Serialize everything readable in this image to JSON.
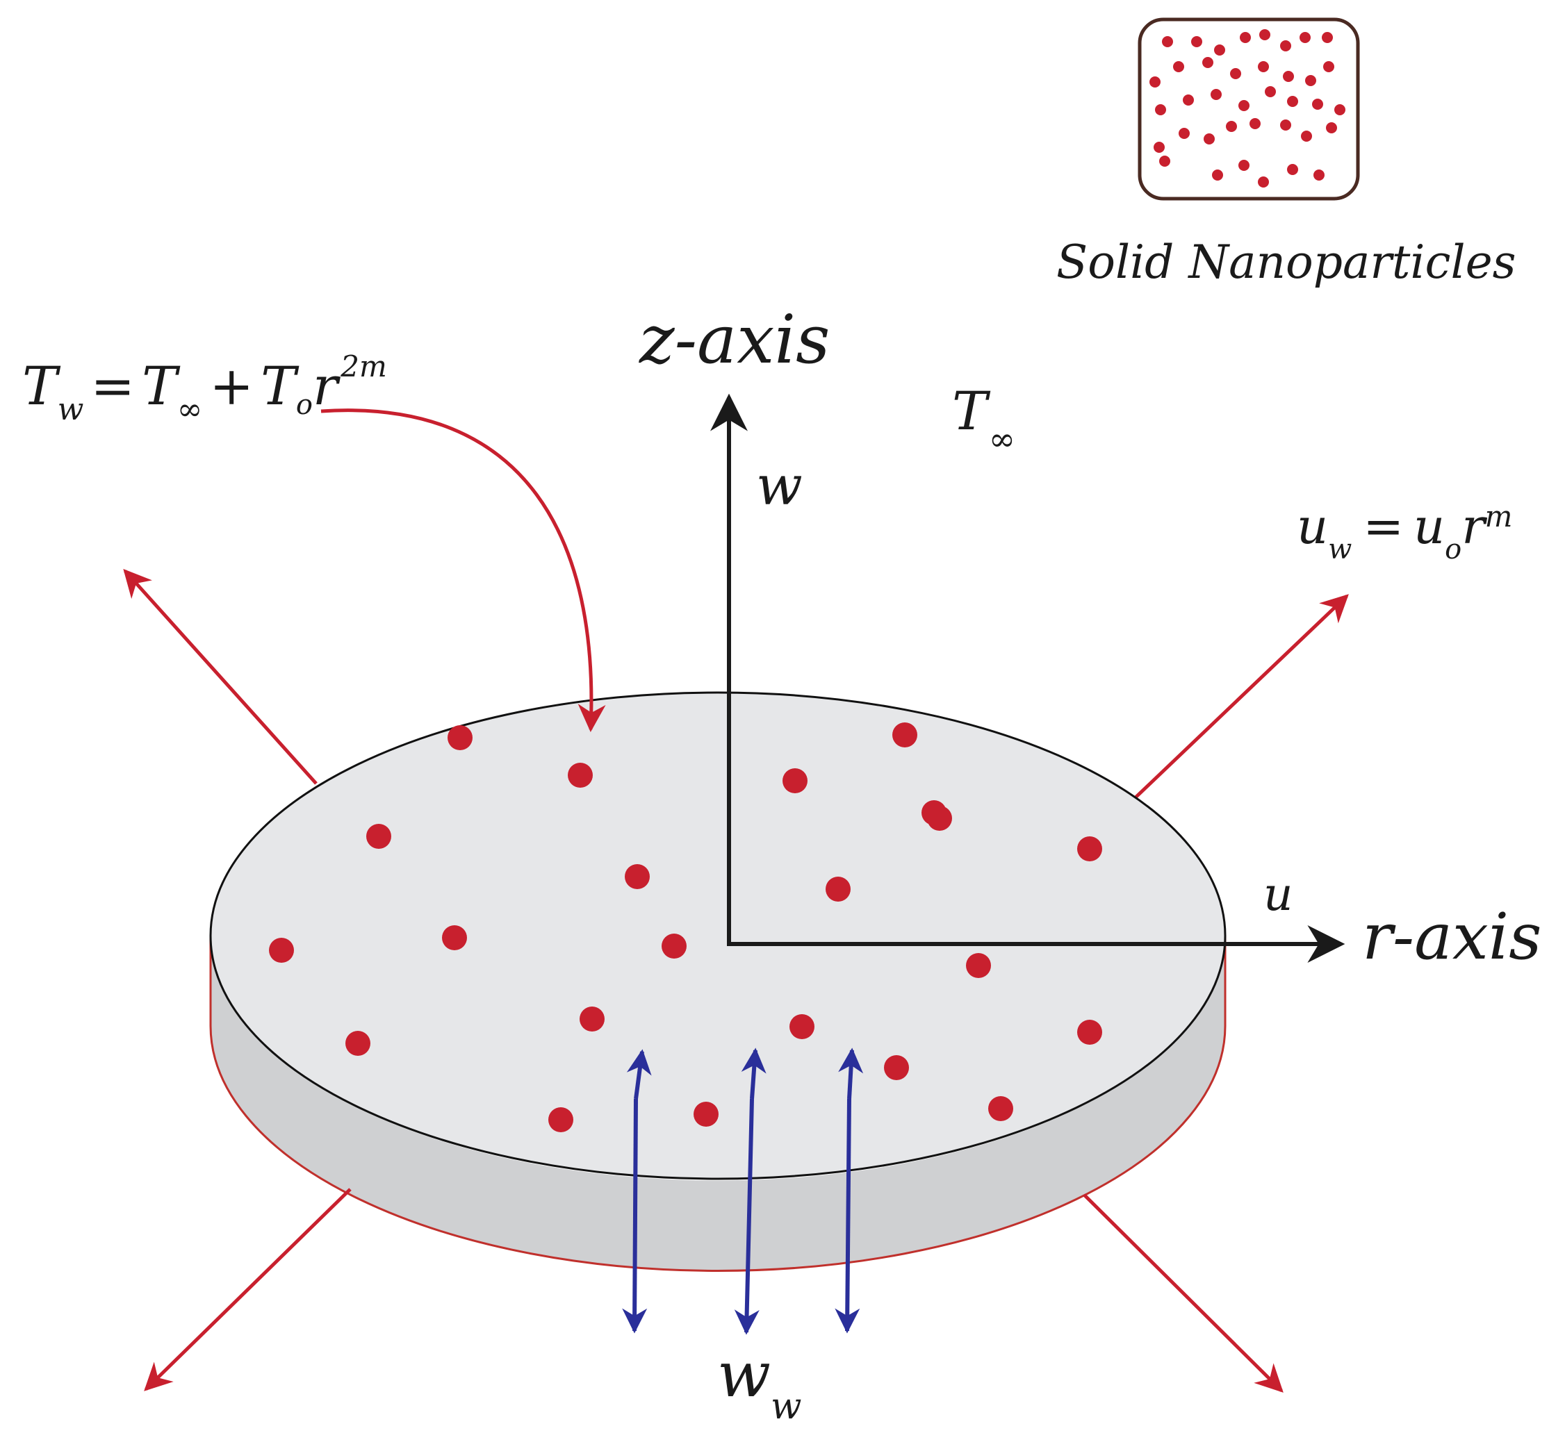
{
  "legend": {
    "caption": "Solid Nanoparticles",
    "particle_color": "#c8202e",
    "border_color": "#4a2a22"
  },
  "labels": {
    "z_axis": "z-axis",
    "r_axis": "r-axis",
    "w": "w",
    "u": "u",
    "t_inf": {
      "base": "T",
      "sub": "∞"
    },
    "wall_temp": {
      "t1": "T",
      "s1": "w",
      "eq": "=",
      "t2": "T",
      "s2": "∞",
      "plus": "+",
      "t3": "T",
      "s3": "o",
      "r": "r",
      "sup": "2m"
    },
    "wall_velocity": {
      "u1": "u",
      "s1": "w",
      "eq": "=",
      "u2": "u",
      "s2": "o",
      "r": "r",
      "sup": "m"
    },
    "suction": {
      "base": "w",
      "sub": "w"
    }
  },
  "colors": {
    "disk_top": "#e6e7e9",
    "disk_side": "#cfd0d2",
    "disk_edge": "#c0302c",
    "red_arrow": "#c8202e",
    "blue_arrow": "#2a2f9a",
    "axis": "#1a1a1a"
  }
}
